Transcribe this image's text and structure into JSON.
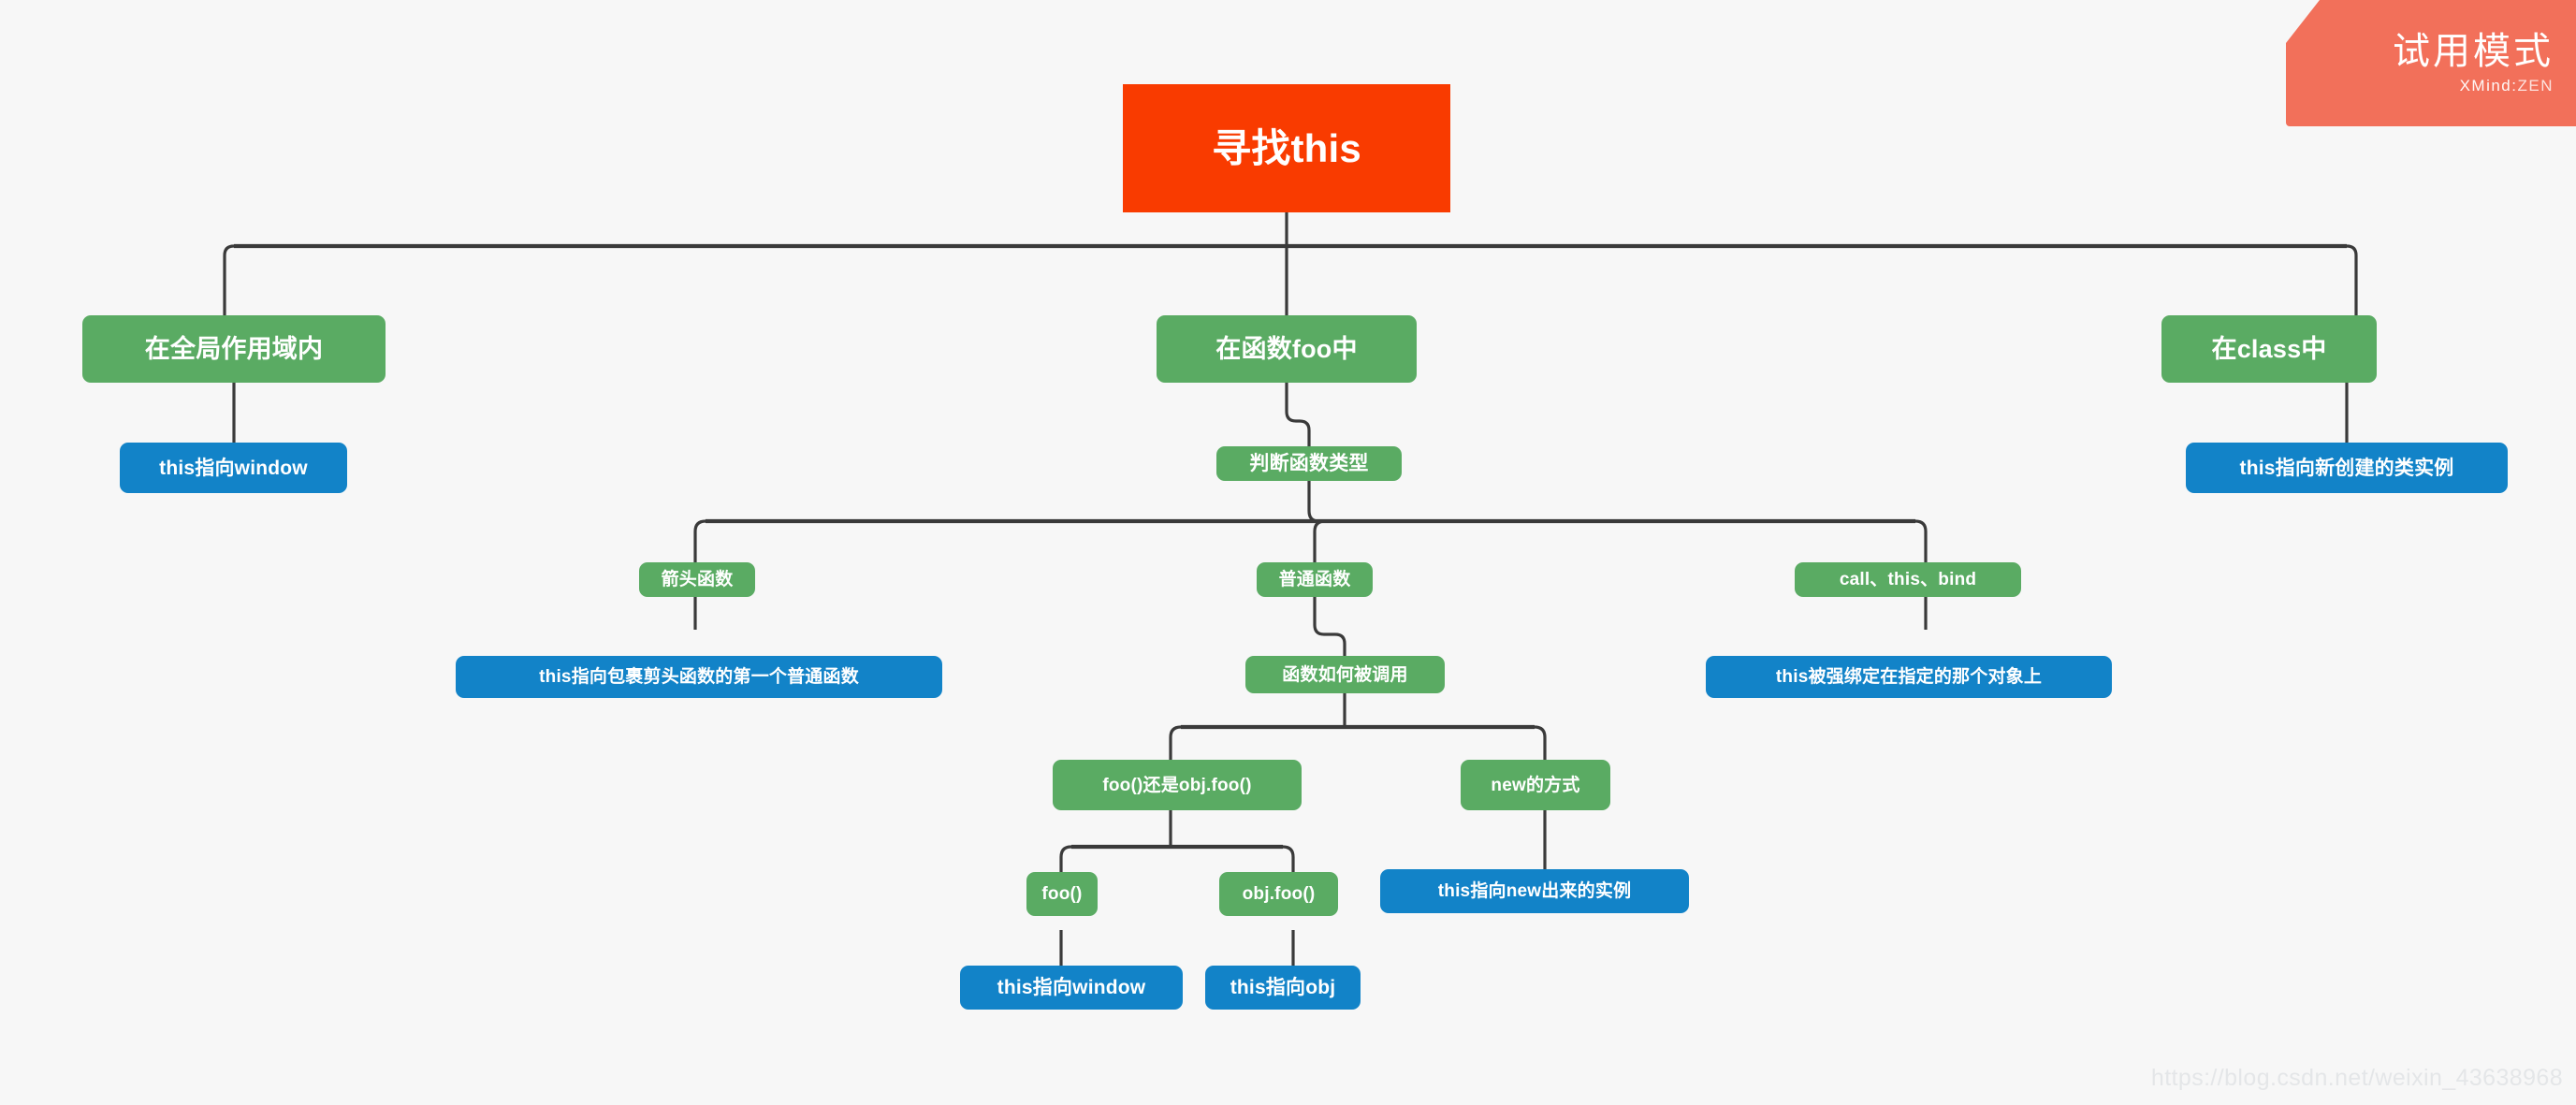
{
  "app": {
    "name": "XMind:ZEN",
    "background_color": "#f7f7f7"
  },
  "trial_banner": {
    "title": "试用模式",
    "brand_main": "XMind",
    "brand_sep": ":",
    "brand_suffix": "ZEN",
    "background_color": "#f2705a"
  },
  "watermark": {
    "text": "https://blog.csdn.net/weixin_43638968"
  },
  "colors": {
    "root": "#f93b00",
    "topic": "#5aab63",
    "leaf": "#1283c8",
    "connector": "#3a3a3a",
    "text": "#ffffff"
  },
  "mindmap": {
    "root": {
      "label": "寻找this"
    },
    "nodes": {
      "global_scope": "在全局作用域内",
      "global_scope_leaf": "this指向window",
      "in_function_foo": "在函数foo中",
      "judge_function_type": "判断函数类型",
      "arrow_function": "箭头函数",
      "arrow_function_leaf": "this指向包裹剪头函数的第一个普通函数",
      "normal_function": "普通函数",
      "how_called": "函数如何被调用",
      "foo_or_objfoo": "foo()还是obj.foo()",
      "foo_call": "foo()",
      "foo_call_leaf": "this指向window",
      "obj_foo_call": "obj.foo()",
      "obj_foo_call_leaf": "this指向obj",
      "new_way": "new的方式",
      "new_way_leaf": "this指向new出来的实例",
      "call_this_bind": "call、this、bind",
      "call_this_bind_leaf": "this被强绑定在指定的那个对象上",
      "in_class": "在class中",
      "in_class_leaf": "this指向新创建的类实例"
    }
  }
}
